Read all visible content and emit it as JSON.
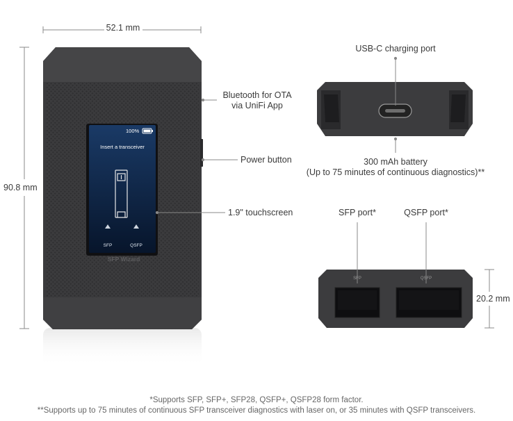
{
  "dimensions": {
    "width": "52.1 mm",
    "height": "90.8 mm",
    "depth": "20.2 mm"
  },
  "callouts": {
    "bluetooth": [
      "Bluetooth for OTA",
      "via UniFi App"
    ],
    "power_button": "Power button",
    "touchscreen": "1.9\" touchscreen",
    "usb_c": "USB-C charging port",
    "battery": [
      "300 mAh battery",
      "(Up to 75 minutes of continuous diagnostics)**"
    ],
    "sfp_port": "SFP port*",
    "qsfp_port": "QSFP port*"
  },
  "screen": {
    "battery_percent": "100%",
    "message": "Insert a transceiver",
    "left_label": "SFP",
    "right_label": "QSFP"
  },
  "device_brand": "SFP Wizard",
  "port_face_labels": {
    "left": "SFP",
    "right": "QSFP"
  },
  "footnotes": [
    "*Supports SFP, SFP+, SFP28, QSFP+, QSFP28 form factor.",
    "**Supports up to 75 minutes of continuous SFP transceiver diagnostics with laser on, or 35 minutes with QSFP transceivers."
  ],
  "colors": {
    "device_body": "#3a3a3c",
    "screen_bg": "#0b1f3a",
    "leader_line": "#888888"
  }
}
